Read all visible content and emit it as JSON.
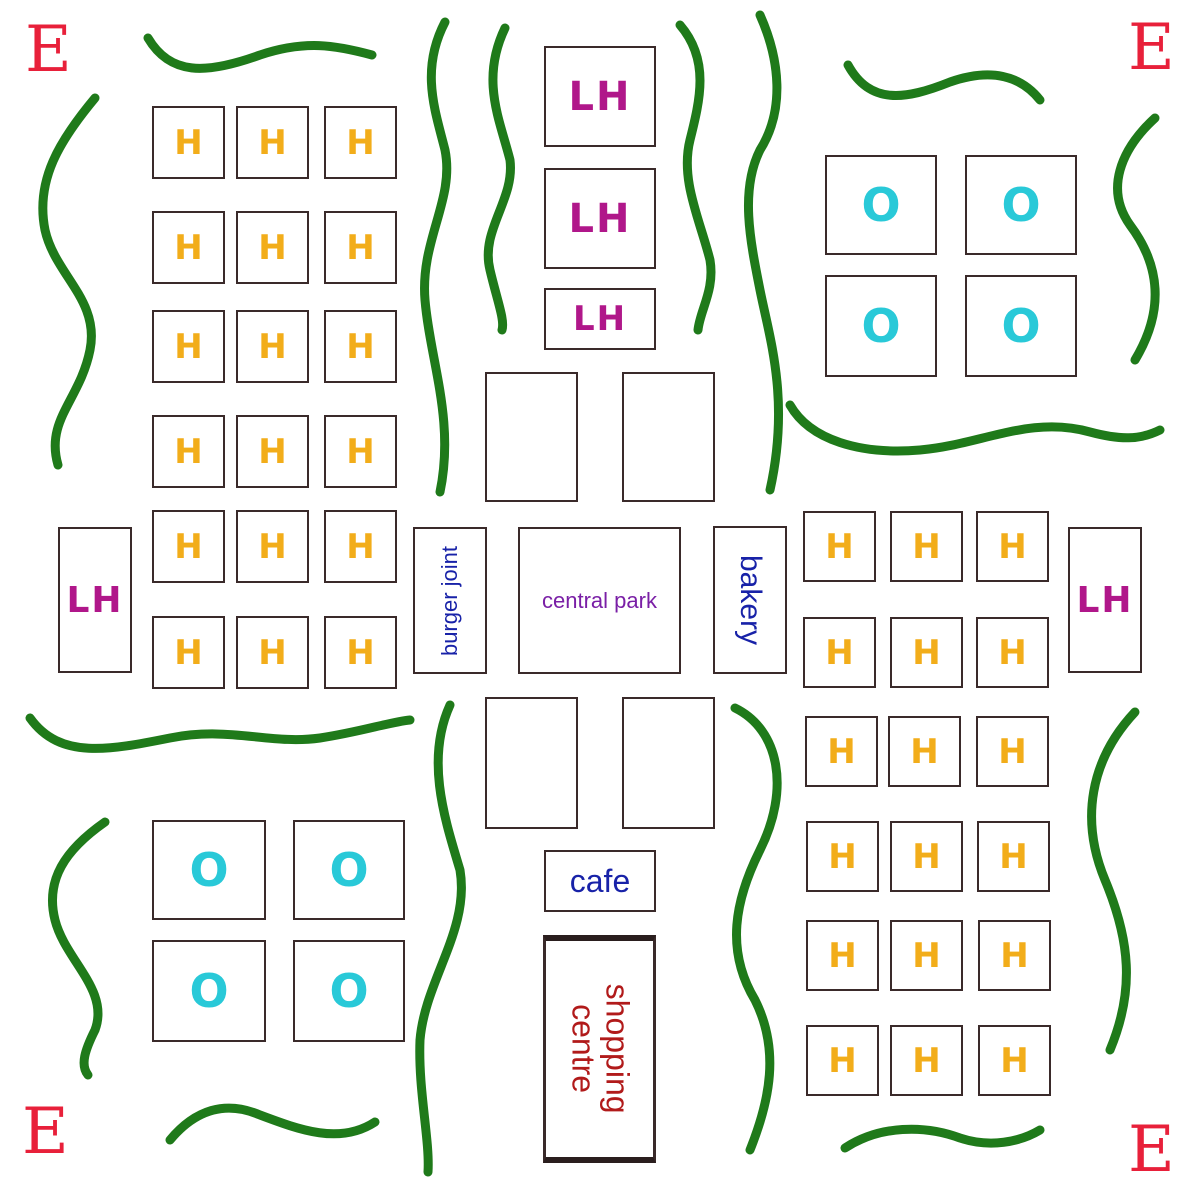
{
  "map": {
    "entrance_label": "E",
    "house_label": "H",
    "large_house_label": "LH",
    "open_space_label": "O",
    "places": {
      "central_park": "central park",
      "burger_joint": "burger joint",
      "bakery": "bakery",
      "cafe": "cafe",
      "shopping_centre_line1": "shopping",
      "shopping_centre_line2": "centre"
    },
    "colors": {
      "greenery": "#1f7a1a",
      "entrance": "#e8203a",
      "house": "#f2ad1a",
      "large_house": "#b0178a",
      "open_space": "#29c9d8",
      "blue_place": "#1822a8",
      "park": "#7a1fa6",
      "shopping_centre": "#b11a1a",
      "block_outline": "#3a2a2a"
    },
    "icons": {
      "greenery": "tree-line-icon"
    }
  }
}
